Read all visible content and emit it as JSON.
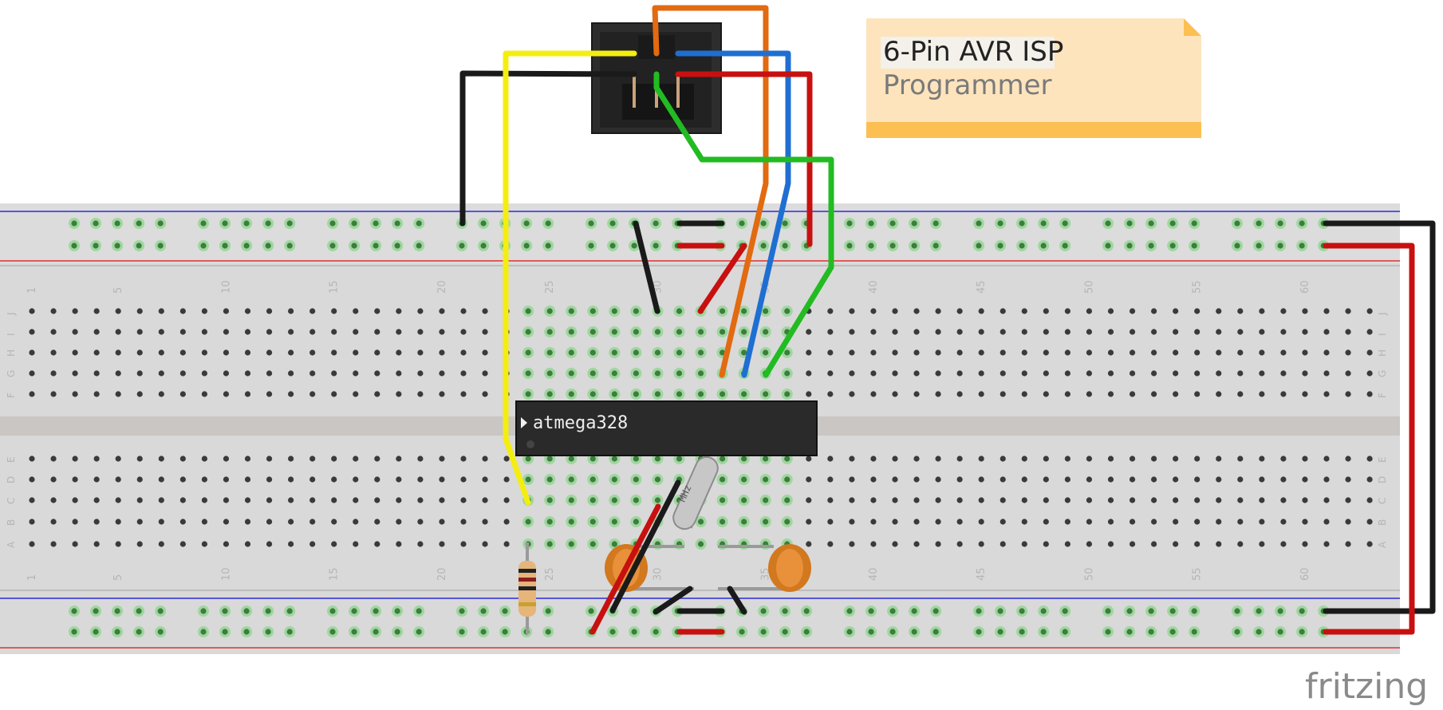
{
  "note": {
    "line1": "6-Pin AVR ISP",
    "line2": "Programmer"
  },
  "chip": {
    "label": "atmega328"
  },
  "crystal": {
    "label": "MHz"
  },
  "watermark": "fritzing",
  "breadboard": {
    "column_numbers": [
      "1",
      "5",
      "10",
      "15",
      "20",
      "25",
      "30",
      "35",
      "40",
      "45",
      "50",
      "55",
      "60"
    ],
    "top_row_letters": [
      "J",
      "I",
      "H",
      "G",
      "F"
    ],
    "bottom_row_letters": [
      "E",
      "D",
      "C",
      "B",
      "A"
    ]
  },
  "colors": {
    "board": "#d9d9d9",
    "rail_blue": "#2b2bd8",
    "rail_red": "#e03030",
    "hole": "#3a3a3a",
    "hole_active": "#6fd36f",
    "note_bg": "#fde4bd",
    "note_bar": "#fbbf52",
    "chip": "#2a2a2a",
    "wire_black": "#1a1a1a",
    "wire_red": "#c81010",
    "wire_yellow": "#f4ee10",
    "wire_orange": "#e26a10",
    "wire_blue": "#1f6fd2",
    "wire_green": "#22bb22"
  }
}
